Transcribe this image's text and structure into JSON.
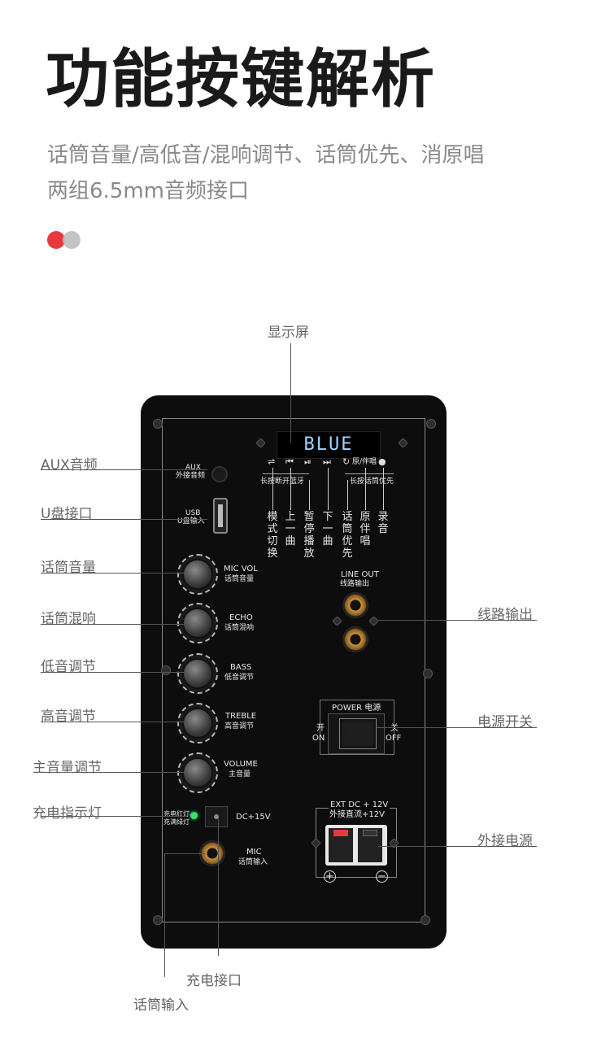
{
  "header": {
    "title": "功能按键解析",
    "subtitle_line1": "话筒音量/高低音/混响调节、话筒优先、消原唱",
    "subtitle_line2": "两组6.5mm音频接口"
  },
  "colors": {
    "dot_red": "#e8383d",
    "dot_gray": "#bdbdbd",
    "panel": "#0d0d0d",
    "led_green": "#35e070"
  },
  "callouts": {
    "display": "显示屏",
    "aux": "AUX音频",
    "usb": "U盘接口",
    "mic_vol": "话筒音量",
    "echo": "话筒混响",
    "bass": "低音调节",
    "treble": "高音调节",
    "volume": "主音量调节",
    "charge_led": "充电指示灯",
    "line_out": "线路输出",
    "power": "电源开关",
    "ext_power": "外接电源",
    "charge_port": "充电接口",
    "mic_in": "话筒输入"
  },
  "panel": {
    "display_text": "BLUE",
    "icons": {
      "mode": "⇌",
      "prev": "⏮",
      "play": "⏯",
      "next": "⏭",
      "loop": "↻",
      "record": "●"
    },
    "orig_label": "原/伴唱",
    "long_press_bt": "长按断开蓝牙",
    "long_press_mic": "长按话筒优先",
    "vertical": {
      "mode": "模式切换",
      "prev": "上一曲",
      "play": "暂停播放",
      "next": "下一曲",
      "mic_priority": "话筒优先",
      "orig": "原伴唱",
      "record": "录音"
    },
    "aux_en": "AUX",
    "aux_cn": "外接音频",
    "usb_en": "USB",
    "usb_cn": "U盘输入",
    "knobs": [
      {
        "en": "MIC VOL",
        "cn": "话筒音量"
      },
      {
        "en": "ECHO",
        "cn": "话筒混响"
      },
      {
        "en": "BASS",
        "cn": "低音调节"
      },
      {
        "en": "TREBLE",
        "cn": "高音调节"
      },
      {
        "en": "VOLUME",
        "cn": "主音量"
      }
    ],
    "line_out_en": "LINE OUT",
    "line_out_cn": "线路输出",
    "power_title": "POWER 电源",
    "on_cn": "开",
    "on_en": "ON",
    "off_cn": "关",
    "off_en": "OFF",
    "ext_en": "EXT DC + 12V",
    "ext_cn": "外接直流+12V",
    "plus": "+",
    "minus": "−",
    "charge_led_1": "充电红灯",
    "charge_led_2": "充满绿灯",
    "dc_label": "DC+15V",
    "mic_en": "MIC",
    "mic_cn": "话筒输入"
  }
}
